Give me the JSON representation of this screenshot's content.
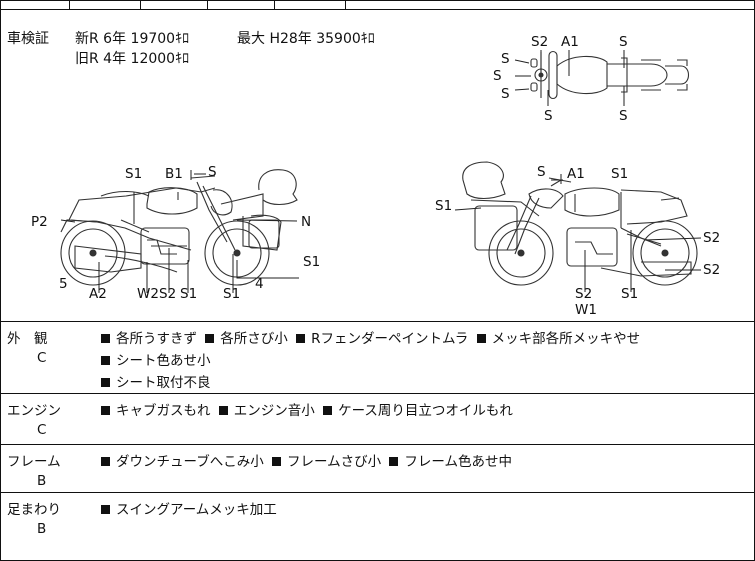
{
  "certificate": {
    "label": "車検証",
    "new_line": "新R 6年 19700ｷﾛ",
    "max_line": "最大 H28年 35900ｷﾛ",
    "old_line": "旧R 4年 12000ｷﾛ"
  },
  "diagram_labels": {
    "top": [
      "S2",
      "A1",
      "S",
      "S",
      "S",
      "S",
      "S",
      "S"
    ],
    "left": [
      "S1",
      "B1",
      "S",
      "P2",
      "N",
      "S1",
      "5",
      "A2",
      "W2",
      "S2",
      "S1",
      "S1",
      "4"
    ],
    "right": [
      "S",
      "A1",
      "S1",
      "S1",
      "S2",
      "S2",
      "S2",
      "W1",
      "S1"
    ]
  },
  "sections": [
    {
      "title": "外　観",
      "grade": "C",
      "notes": [
        "各所うすきず",
        "各所さび小",
        "Rフェンダーペイントムラ",
        "メッキ部各所メッキやせ",
        "シート色あせ小",
        "シート取付不良"
      ]
    },
    {
      "title": "エンジン",
      "grade": "C",
      "notes": [
        "キャブガスもれ",
        "エンジン音小",
        "ケース周り目立つオイルもれ"
      ]
    },
    {
      "title": "フレーム",
      "grade": "B",
      "notes": [
        "ダウンチューブへこみ小",
        "フレームさび小",
        "フレーム色あせ中"
      ]
    },
    {
      "title": "足まわり",
      "grade": "B",
      "notes": [
        "スイングアームメッキ加工"
      ]
    }
  ]
}
